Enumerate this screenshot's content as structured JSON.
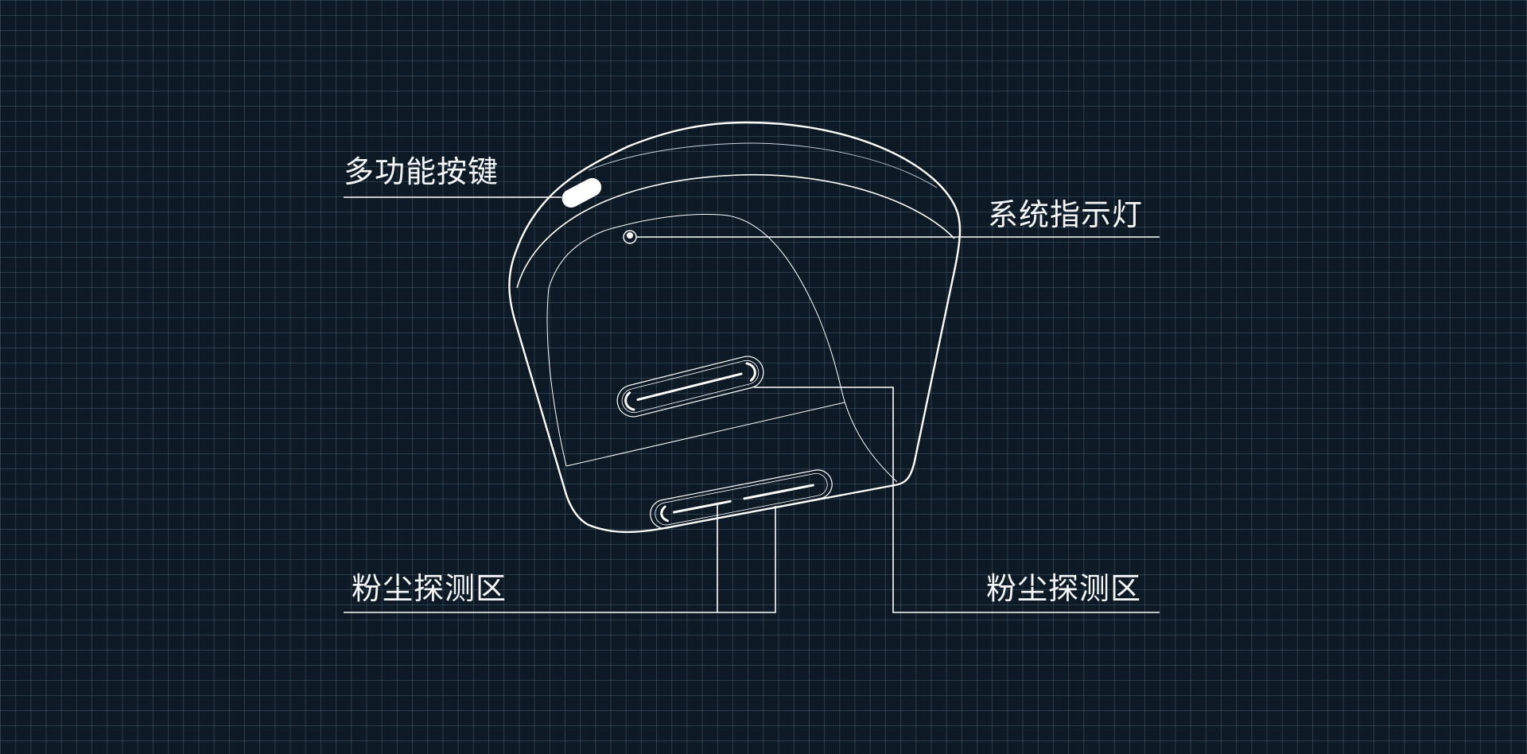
{
  "labels": {
    "multi_function_button": "多功能按键",
    "system_indicator": "系统指示灯",
    "dust_detection_left": "粉尘探测区",
    "dust_detection_right": "粉尘探测区"
  },
  "colors": {
    "background": "#0d1925",
    "grid": "#4a6072",
    "line": "#ffffff"
  }
}
